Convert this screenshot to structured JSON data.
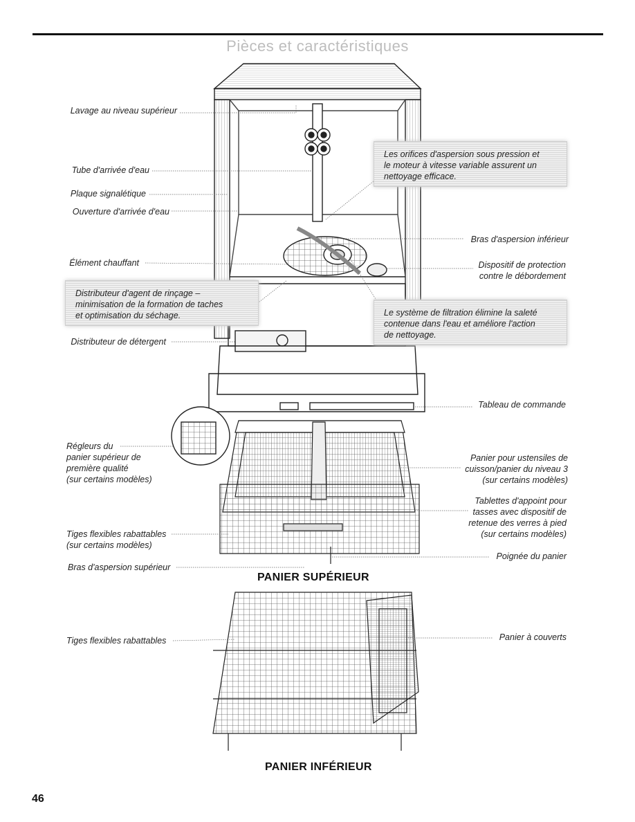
{
  "page": {
    "title": "Pièces et caractéristiques",
    "page_number": "46"
  },
  "labels": {
    "lavage": "Lavage au niveau supérieur",
    "tube": "Tube d'arrivée d'eau",
    "plaque": "Plaque signalétique",
    "ouverture": "Ouverture d'arrivée d'eau",
    "element": "Élément chauffant",
    "distributeur_detergent": "Distributeur de détergent",
    "bras_inferieur": "Bras d'aspersion inférieur",
    "dispositif": "Dispositif de protection\ncontre le débordement",
    "tableau": "Tableau de commande",
    "regleurs": "Régleurs du\npanier supérieur de\npremière qualité\n(sur certains modèles)",
    "panier_ustensiles": "Panier pour ustensiles de\ncuisson/panier du niveau 3\n(sur certains modèles)",
    "tablettes": "Tablettes d'appoint pour\ntasses avec dispositif de\nretenue des verres à pied\n(sur certains modèles)",
    "tiges_sup": "Tiges flexibles rabattables\n(sur certains modèles)",
    "poignee": "Poignée du panier",
    "bras_superieur": "Bras d'aspersion supérieur",
    "tiges_inf": "Tiges flexibles rabattables",
    "panier_couverts": "Panier à couverts"
  },
  "callouts": {
    "orifices": "Les orifices d'aspersion sous pression et\nle moteur à vitesse variable assurent un\nnettoyage efficace.",
    "rincage": "Distributeur d'agent de rinçage –\nminimisation de la formation de taches\net optimisation du séchage.",
    "filtration": "Le système de filtration élimine la saleté\ncontenue dans l'eau et améliore l'action\nde nettoyage."
  },
  "headings": {
    "upper": "PANIER SUPÉRIEUR",
    "lower": "PANIER INFÉRIEUR"
  }
}
